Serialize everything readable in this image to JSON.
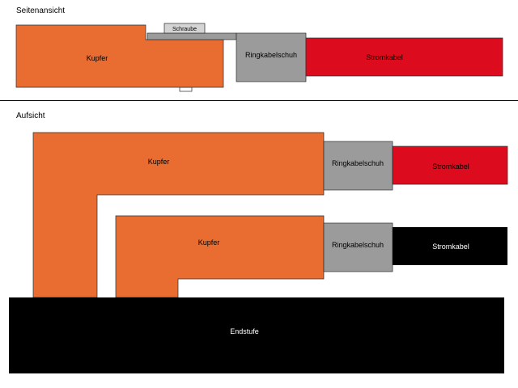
{
  "colors": {
    "copper": "#E96C30",
    "lug": "#9B9B9B",
    "cable_red": "#DC0B1E",
    "black": "#000000",
    "outline": "#2b2b2b",
    "screw": "#D4D4D4",
    "white_text": "#ffffff"
  },
  "side_view": {
    "heading": "Seitenansicht",
    "copper_label": "Kupfer",
    "screw_label": "Schraube",
    "lug_label": "Ringkabelschuh",
    "cable_label": "Stromkabel"
  },
  "top_view": {
    "heading": "Aufsicht",
    "upper_copper_label": "Kupfer",
    "upper_lug_label": "Ringkabelschuh",
    "upper_cable_label": "Stromkabel",
    "lower_copper_label": "Kupfer",
    "lower_lug_label": "Ringkabelschuh",
    "lower_cable_label": "Stromkabel",
    "amp_label": "Endstufe"
  }
}
